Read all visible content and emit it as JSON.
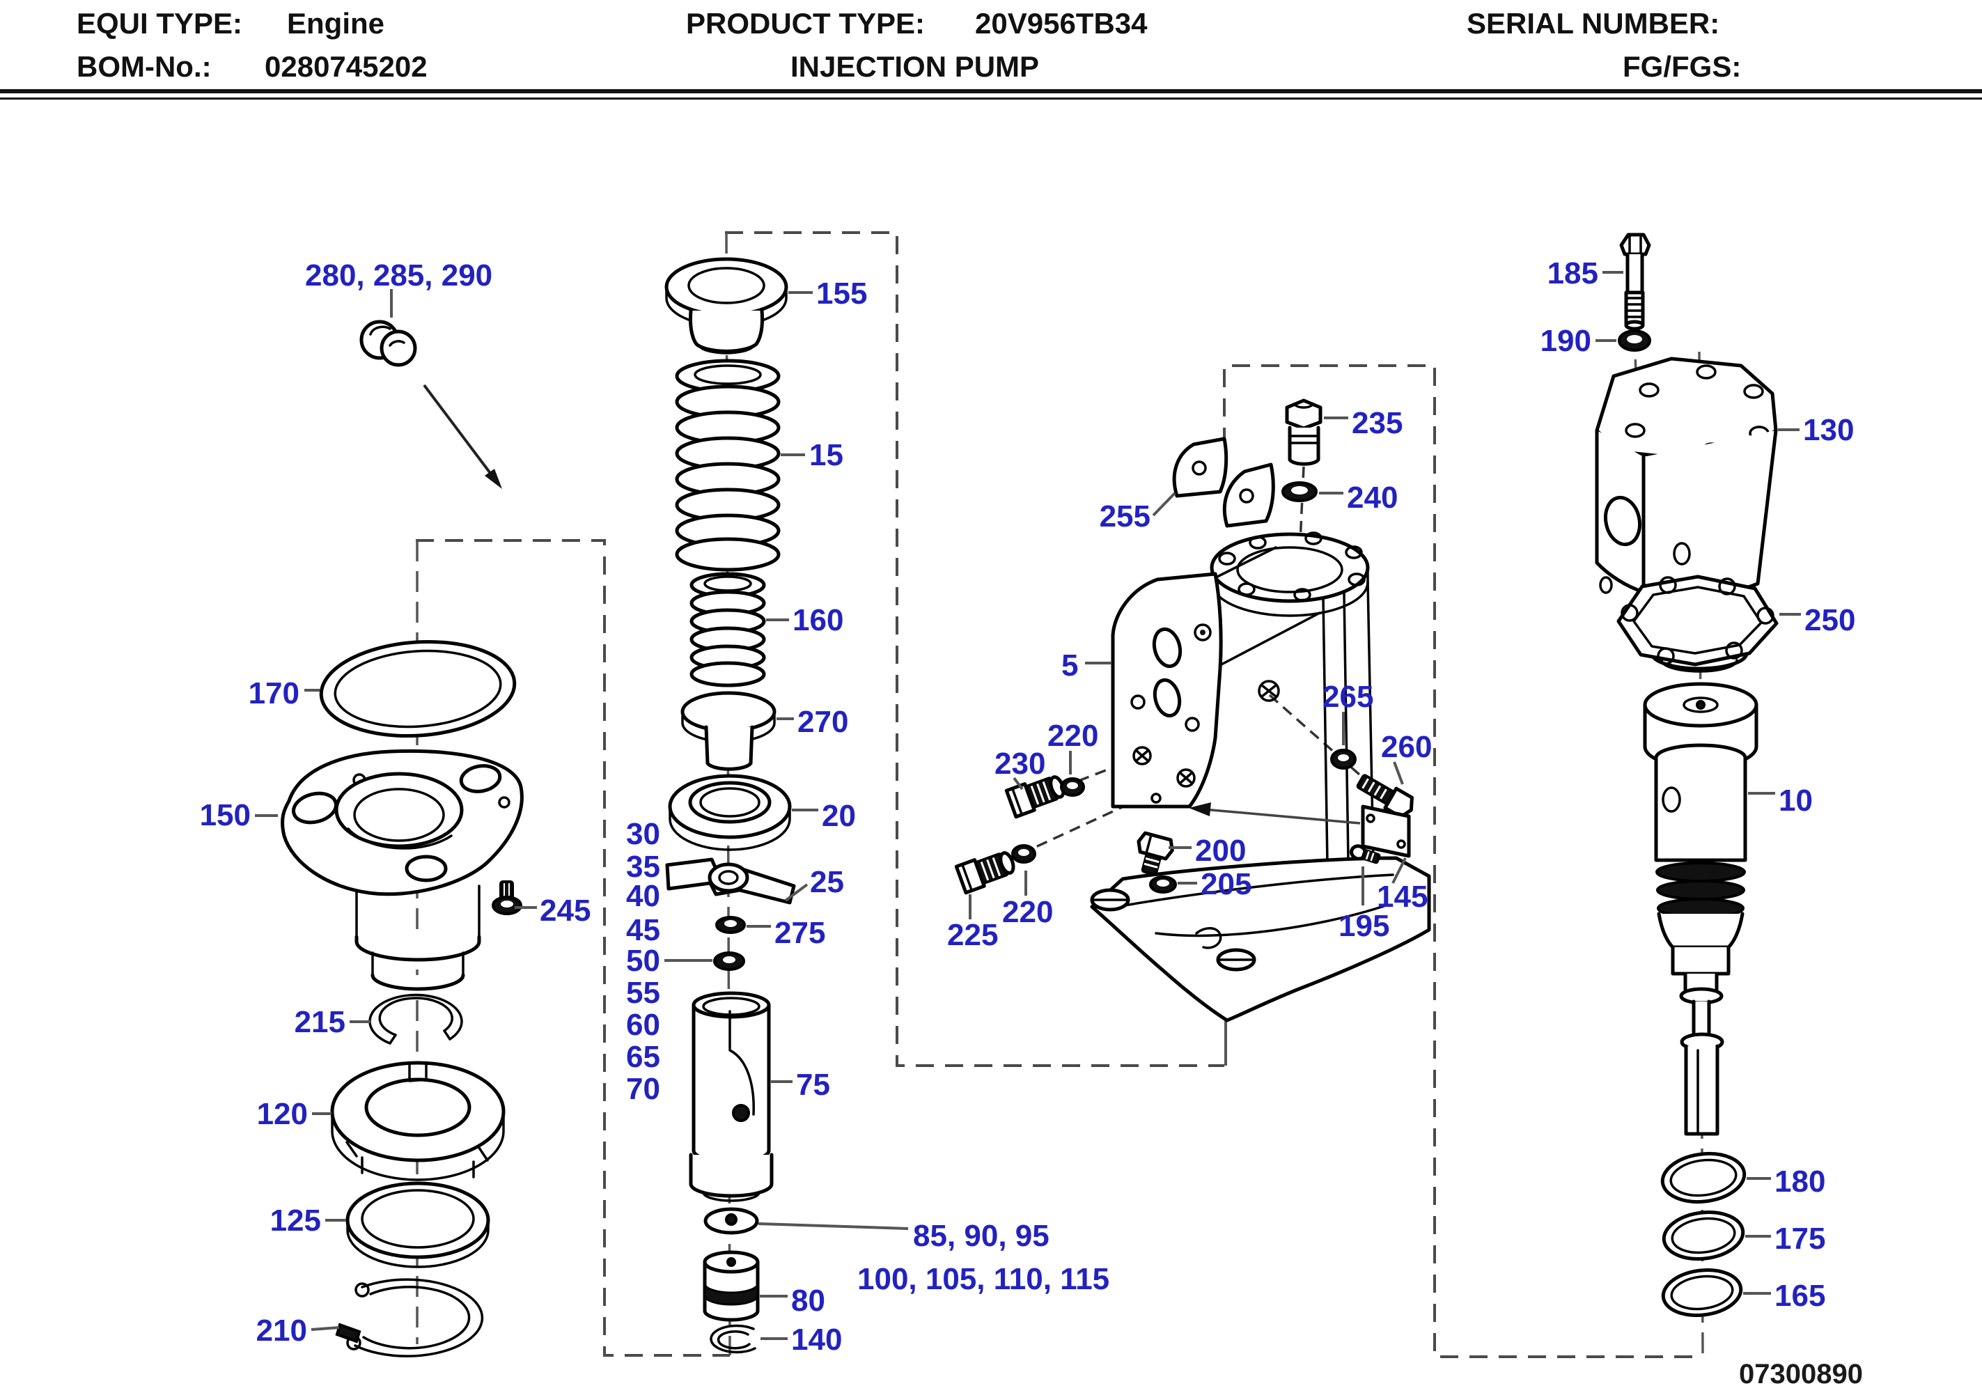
{
  "header": {
    "equi_type_label": "EQUI TYPE:",
    "equi_type_value": "Engine",
    "bom_label": "BOM-No.:",
    "bom_value": "0280745202",
    "product_type_label": "PRODUCT TYPE:",
    "product_type_value": "20V956TB34",
    "product_subtitle": "INJECTION PUMP",
    "serial_label": "SERIAL NUMBER:",
    "fg_label": "FG/FGS:"
  },
  "drawing_number": "07300890",
  "colors": {
    "callout_blue": "#2222c0",
    "line_black": "#000000",
    "dash_gray": "#4a4a4a"
  },
  "labels": {
    "l280": "280, 285, 290",
    "l5": "5",
    "l10": "10",
    "l15": "15",
    "l20": "20",
    "l25": "25",
    "l30": "30",
    "l35": "35",
    "l40": "40",
    "l45": "45",
    "l50": "50",
    "l55": "55",
    "l60": "60",
    "l65": "65",
    "l70": "70",
    "l75": "75",
    "l80": "80",
    "l85_95": "85, 90, 95",
    "l100_115": "100, 105, 110, 115",
    "l120": "120",
    "l125": "125",
    "l130": "130",
    "l140": "140",
    "l145": "145",
    "l150": "150",
    "l155": "155",
    "l160": "160",
    "l165": "165",
    "l170": "170",
    "l175": "175",
    "l180": "180",
    "l185": "185",
    "l190": "190",
    "l195": "195",
    "l200": "200",
    "l205": "205",
    "l210": "210",
    "l215": "215",
    "l220a": "220",
    "l220b": "220",
    "l225": "225",
    "l230": "230",
    "l235": "235",
    "l240": "240",
    "l245": "245",
    "l250": "250",
    "l255": "255",
    "l260": "260",
    "l265": "265",
    "l270": "270",
    "l275": "275"
  }
}
